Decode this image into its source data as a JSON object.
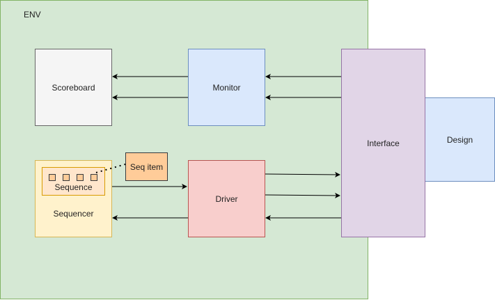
{
  "env": {
    "label": "ENV"
  },
  "blocks": {
    "scoreboard": "Scoreboard",
    "monitor": "Monitor",
    "interface": "Interface",
    "design": "Design",
    "driver": "Driver",
    "sequencer": "Sequencer",
    "sequence": "Sequence",
    "seq_item": "Seq item"
  },
  "colors": {
    "env_fill": "#d5e8d4",
    "scoreboard_fill": "#f5f5f5",
    "monitor_fill": "#dae8fc",
    "interface_fill": "#e1d5e7",
    "design_fill": "#dae8fc",
    "driver_fill": "#f8cecc",
    "sequencer_fill": "#fff2cc",
    "sequence_fill": "#ffe6cc",
    "seq_item_fill": "#ffcc99",
    "arrow": "#000000"
  }
}
